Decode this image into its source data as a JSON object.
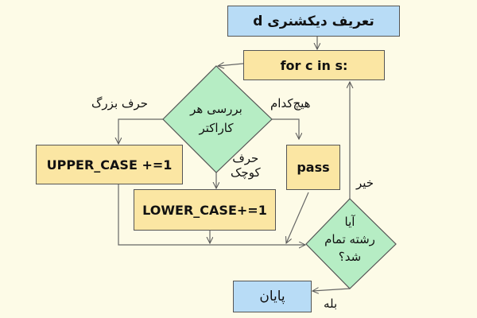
{
  "nodes": {
    "define_dict": "تعریف دیکشنری  d",
    "for_loop": "for c in s:",
    "check_char": [
      "بررسی هر",
      "کاراکتر"
    ],
    "upper": "UPPER_CASE +=1",
    "lower": "LOWER_CASE+=1",
    "pass": "pass",
    "string_done": [
      "آیا",
      "رشته تمام",
      "شد؟"
    ],
    "end": "پایان"
  },
  "edges": {
    "uppercase": "حرف بزرگ",
    "none": "هیچ‌کدام",
    "lowercase": [
      "حرف",
      "کوچک"
    ],
    "no": "خیر",
    "yes": "بله"
  },
  "colors": {
    "blue": "#b8dcf6",
    "yellow": "#fbe6a3",
    "green": "#b6edc4",
    "background": "#fdfbe7"
  }
}
